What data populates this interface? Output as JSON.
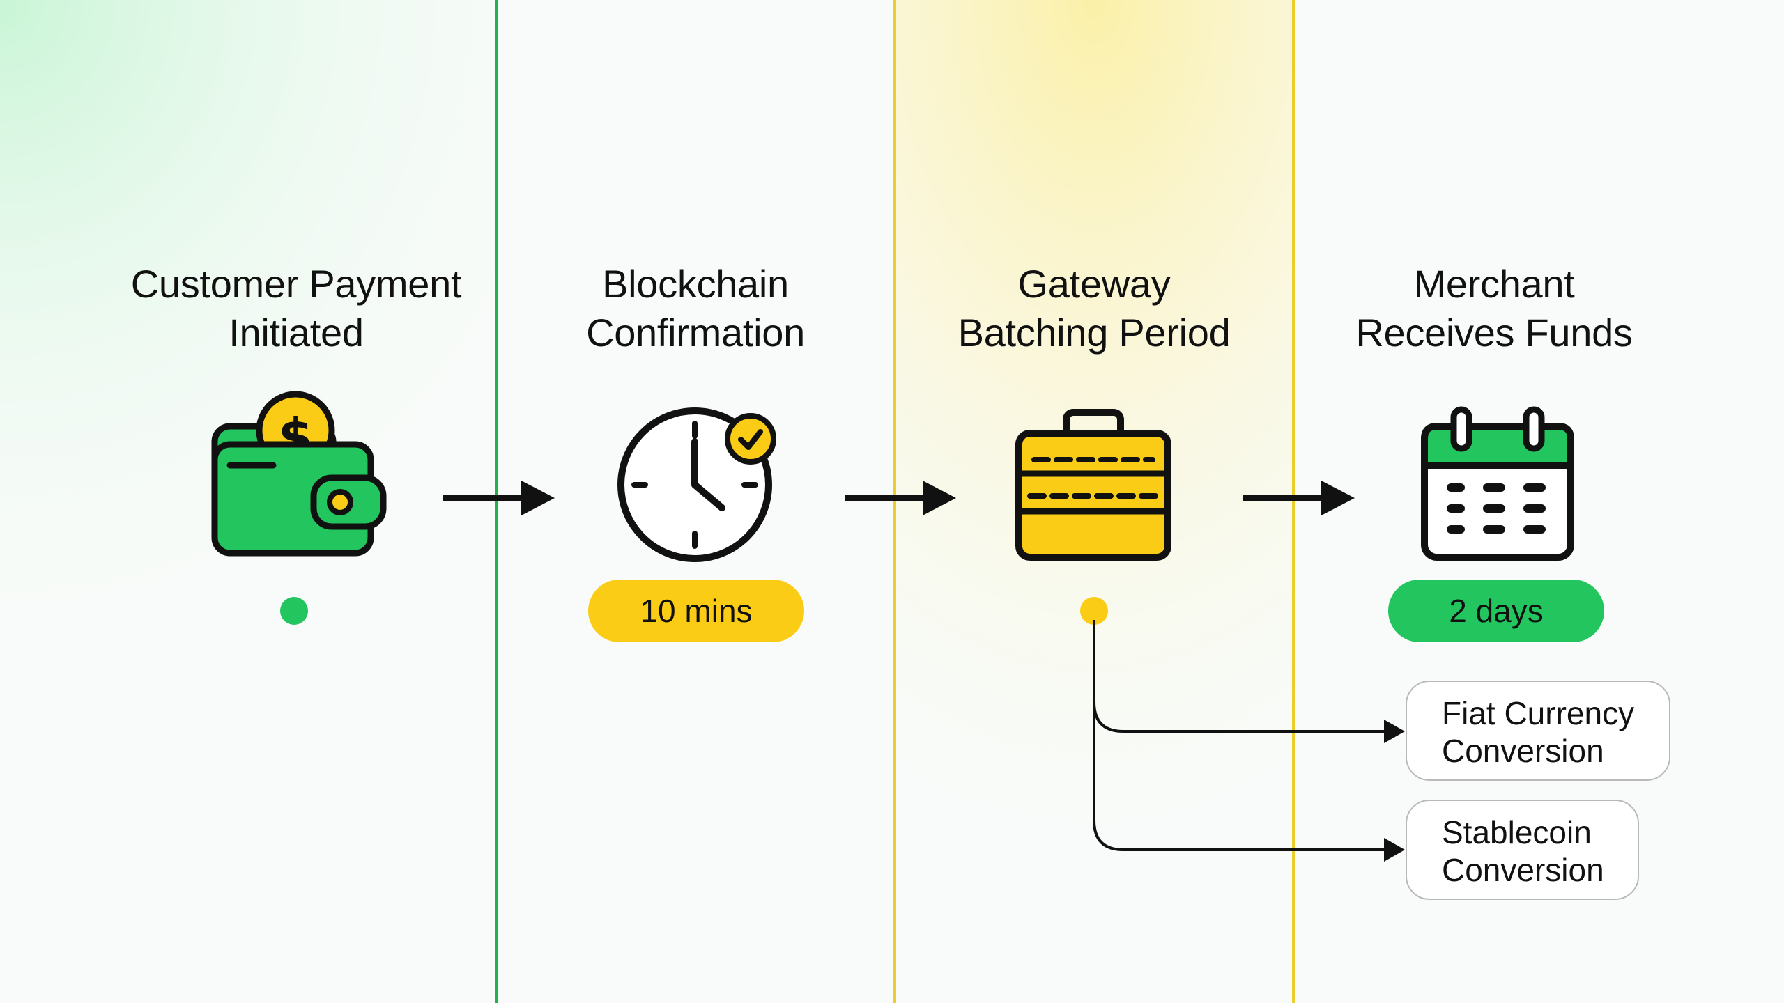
{
  "stages": [
    {
      "title": "Customer Payment\nInitiated",
      "icon": "wallet-icon",
      "marker": "dot",
      "color": "#22c55e"
    },
    {
      "title": "Blockchain\nConfirmation",
      "icon": "clock-check-icon",
      "badge": "10 mins",
      "color": "#facc15"
    },
    {
      "title": "Gateway\nBatching Period",
      "icon": "briefcase-batch-icon",
      "marker": "dot",
      "color": "#facc15"
    },
    {
      "title": "Merchant\nReceives Funds",
      "icon": "calendar-icon",
      "badge": "2 days",
      "color": "#22c55e"
    }
  ],
  "branches": [
    {
      "label": "Fiat Currency\nConversion"
    },
    {
      "label": "Stablecoin\nConversion"
    }
  ],
  "colors": {
    "green": "#22c55e",
    "yellow": "#facc15",
    "dark": "#111111",
    "green_divider": "#22b24c",
    "yellow_divider": "#eccd2a"
  }
}
